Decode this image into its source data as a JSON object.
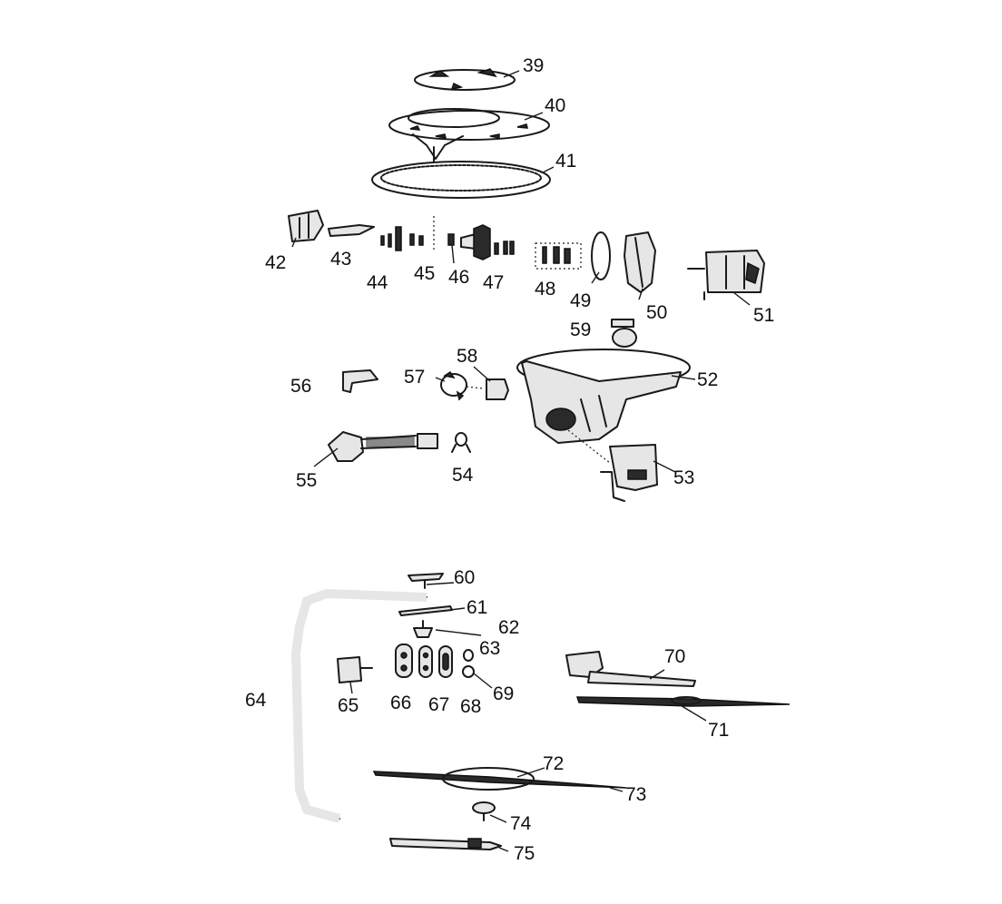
{
  "diagram": {
    "callouts": [
      "39",
      "40",
      "41",
      "42",
      "43",
      "44",
      "45",
      "46",
      "47",
      "48",
      "49",
      "50",
      "51",
      "52",
      "53",
      "54",
      "55",
      "56",
      "57",
      "58",
      "59",
      "60",
      "61",
      "62",
      "63",
      "64",
      "65",
      "66",
      "67",
      "68",
      "69",
      "70",
      "71",
      "72",
      "73",
      "74",
      "75"
    ]
  }
}
